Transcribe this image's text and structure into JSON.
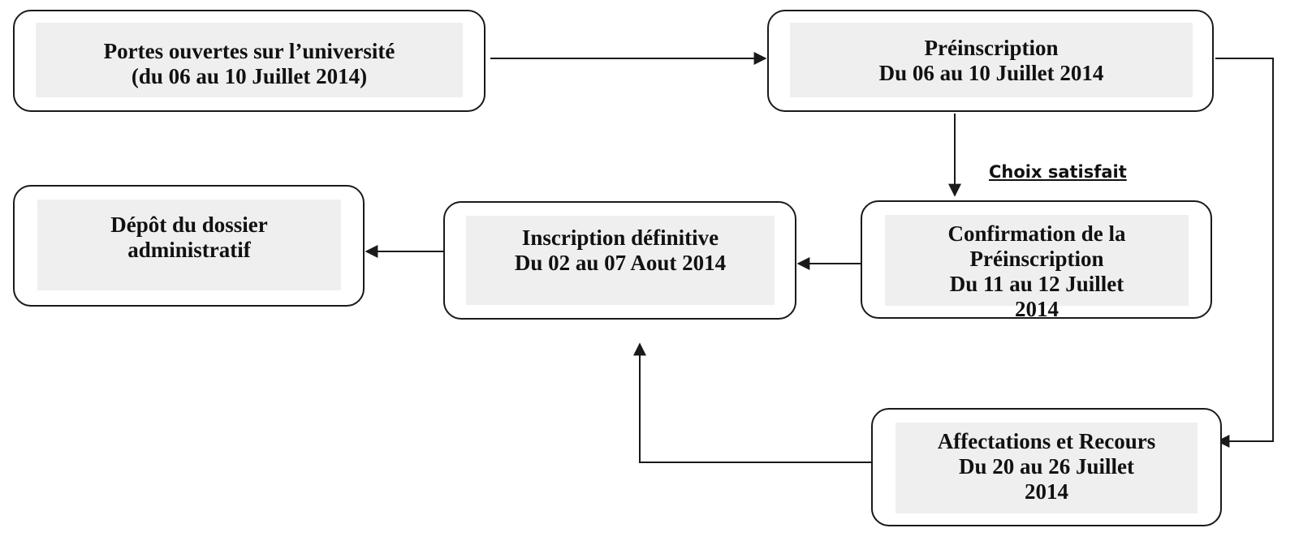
{
  "nodes": {
    "portes": {
      "lines": [
        "Portes ouvertes sur l’université",
        "(du 06 au 10 Juillet 2014)"
      ]
    },
    "preinscription": {
      "lines": [
        "Préinscription",
        "Du  06 au 10 Juillet 2014"
      ]
    },
    "depot": {
      "lines": [
        "Dépôt du dossier",
        "administratif"
      ]
    },
    "inscription": {
      "lines": [
        "Inscription définitive",
        "Du 02  au 07 Aout 2014"
      ]
    },
    "confirmation": {
      "lines": [
        "Confirmation  de la",
        "Préinscription",
        "Du 11 au 12 Juillet",
        "2014"
      ]
    },
    "affectations": {
      "lines": [
        "Affectations et Recours",
        "Du 20 au 26 Juillet",
        "2014"
      ]
    }
  },
  "edge_labels": {
    "choix": "Choix satisfait"
  },
  "colors": {
    "line": "#1a1a1a",
    "box_fill": "#efefef",
    "text": "#111111"
  }
}
